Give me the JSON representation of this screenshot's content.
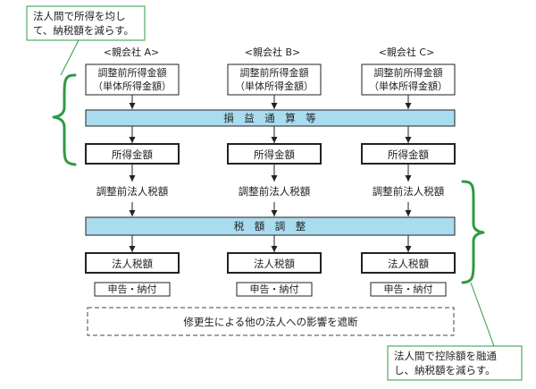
{
  "callouts": {
    "top": {
      "line1": "法人間で所得を均し",
      "line2": "て、納税額を減らす。"
    },
    "bottom": {
      "line1": "法人間で控除額を融通",
      "line2": "し、納税額を減らす。"
    }
  },
  "companies": [
    {
      "header": "<親会社 A>"
    },
    {
      "header": "<親会社 B>"
    },
    {
      "header": "<親会社 C>"
    }
  ],
  "rows": {
    "pre_income_line1": "調整前所得金額",
    "pre_income_line2": "（単体所得金額）",
    "income": "所得金額",
    "pre_tax": "調整前法人税額",
    "tax": "法人税額",
    "filing": "申告・納付"
  },
  "bands": {
    "aggregation": "損　益　通　算　等",
    "tax_adjustment": "税　額　調　整"
  },
  "note": "修更生による他の法人への影響を遮断",
  "colors": {
    "band_fill": "#a9dcef",
    "accent_green": "#2f9a44",
    "line": "#222222"
  }
}
